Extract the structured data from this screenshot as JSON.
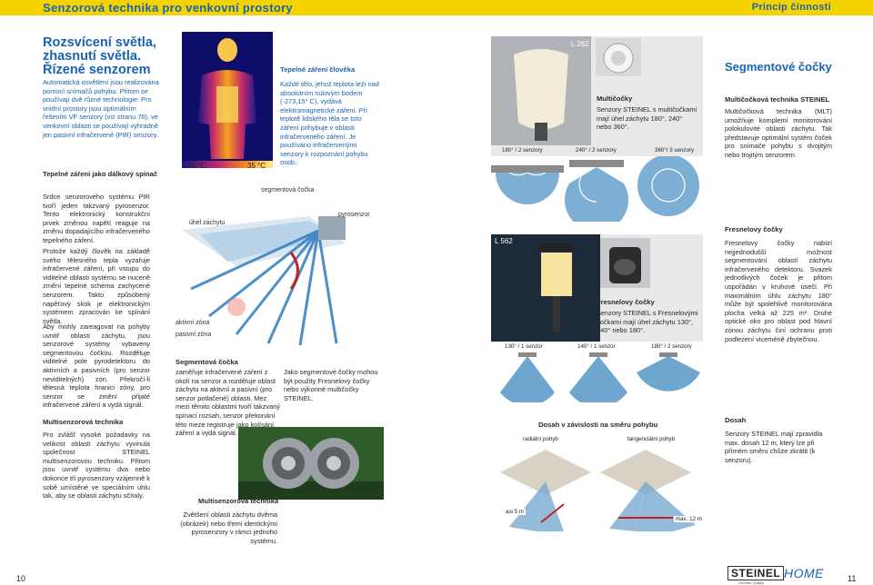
{
  "header": {
    "title": "Senzorová technika pro venkovní prostory",
    "right": "Princip činnosti"
  },
  "col1": {
    "heading": "Rozsvícení světla, zhasnutí světla. Řízené senzorem",
    "intro": "Automatická osvětlení jsou realizována pomocí snímačů pohybu. Přitom se používají dvě různé technologie: Pro vnitřní prostory jsou optimálním řešením VF senzory (viz stranu 76), ve venkovní oblasti se používají výhradně jen pasivní infračervené (PIR) senzory.",
    "sub1": "Tepelné záření jako dálkový spínač",
    "p1": "Srdce senzorového systému PIR tvoří jeden takzvaný pyrosenzor. Tento elektronický konstrukční prvek změnou napětí reaguje na změnu dopadajícího infračerveného tepelného záření.",
    "p2": "Protože každý člověk na základě svého tělesného tepla vyzařuje infračervené záření, při vstupu do viditelné oblasti systému se nuceně změní tepelné schéma zachycené senzorem. Takto způsobený napěťový skok je elektronickým systémem zpracován ke spínání světla.",
    "p3": "Aby mohly zareagovat na pohyby uvnitř oblasti záchytu, jsou senzorové systémy vybaveny segmentovou čočkou. Rozděluje viditelné pole pyrodetektoru do aktivních a pasivních (pro senzor neviditelných) zón. Překročí-li tělesná teplota hranici zóny, pro senzor se změní přijaté infračervené záření a vydá signál.",
    "sub2": "Multisenzorová technika",
    "p4": "Pro zvlášť vysoké požadavky na velikost oblasti záchytu vyvinula společnost STEINEL multisenzorovou techniku. Přitom jsou uvnitř systému dva nebo dokonce tři pyrosenzory vzájemně k sobě umístěné ve speciálním úhlu tak, aby se oblasti záchytu sčítaly."
  },
  "col2": {
    "temp_low": "23 °C",
    "temp_high": "35 °C",
    "heat_title": "Tepelné záření člověka",
    "heat_text": "Každé tělo, jehož teplota leží nad absolutním nulovým bodem (-273,15° C), vydává elektromagnetické záření. Při teplotě lidského těla se toto záření pohybuje v oblasti infračerveného záření. Je používáno infračervenými senzory k rozpoznání pohybu osob.",
    "lbl_segment": "segmentová čočka",
    "lbl_pyro": "pyrosenzor",
    "lbl_angle": "úhel záchytu",
    "lbl_active": "aktivní zóna",
    "lbl_passive": "pasivní zóna",
    "seg_title": "Segmentová čočka",
    "seg_text": "zaměřuje infračervené záření z okolí na senzor a rozděluje oblast záchytu na aktivní a pasivní (pro senzor potlačené) oblasti. Mez mezi těmito oblastmi tvoří takzvaný spínací rozsah, senzor překonání této meze registruje jako kolísání záření a vydá signál.",
    "seg_text2": "Jako segmentové čočky mohou být použity Fresnelovy čočky nebo výkonné multičočky STEINEL.",
    "multi_title": "Multisenzorová technika",
    "multi_text": "Zvětšení oblasti záchytu dvěma (obrázek) nebo třemi identickými pyrosenzory v rámci jednoho systému."
  },
  "col3": {
    "l262": "L 262",
    "multi_title": "Multičočky",
    "multi_text": "Senzory STEINEL s multičočkami mají úhel záchytu 180°, 240° nebo 360°.",
    "fans1": [
      "180° / 2 senzory",
      "240° / 2 senzory",
      "360°/ 3 senzory"
    ],
    "l562": "L 562",
    "fres_title": "Fresnelovy čočky",
    "fres_text": "Senzory STEINEL s Fresnelovými čočkami mají úhel záchytu 130°, 140° nebo 180°.",
    "fans2": [
      "130° / 1 senzor",
      "140° / 1 senzor",
      "180° / 2 senzory"
    ],
    "range_title": "Dosah v závislosti na směru pohybu",
    "radial": "radiální pohyb",
    "tangential": "tangenciální pohyb",
    "r1": "asi 5 m",
    "r2": "max. 12 m"
  },
  "col4": {
    "heading": "Segmentové čočky",
    "h1": "Multičočková technika STEINEL",
    "t1": "Multičočková technika (MLT) umožňuje kompletní monitorování polokulovité oblasti záchytu. Tak představuje optimální systém čoček pro snímače pohybu s dvojitým nebo trojitým senzorem.",
    "h2": "Fresnelovy čočky",
    "t2": "Fresnelovy čočky nabízí nejjednodušší možnost segmentování oblastí záchytu infračerveného detektoru. Svazek jednotlivých čoček je přitom uspořádán v kruhové úseči. Při maximálním úhlu záchytu 180° může být spolehlivě monitorována plocha velká až 225 m². Druhé optické oko pro oblast pod hlavní zónou záchytu činí ochranu proti podlezení viceméně zbytečnou.",
    "h3": "Dosah",
    "t3": "Senzory STEINEL mají zpravidla max. dosah 12 m, který lze při přímém směru chůze zkrátit (k senzoru)."
  },
  "footer": {
    "page_left": "10",
    "page_right": "11",
    "brand": "STEINEL",
    "brand_sub": "German Quality",
    "home": "HOME"
  },
  "colors": {
    "accent_yellow": "#f5d300",
    "blue": "#1a63b0",
    "fan_blue": "#6fa6cf"
  }
}
